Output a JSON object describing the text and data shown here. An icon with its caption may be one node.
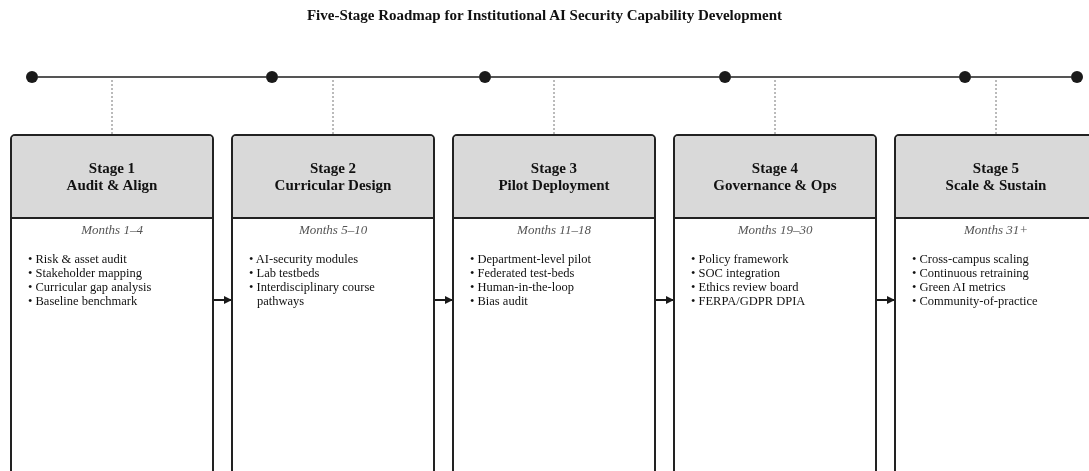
{
  "diagram": {
    "title": "Five-Stage Roadmap for Institutional AI Security Capability Development",
    "nodes": [
      {
        "text": [],
        "shape": "circle"
      },
      {
        "text": [],
        "shape": "circle"
      },
      {
        "text": [],
        "shape": "circle"
      },
      {
        "text": [],
        "shape": "circle"
      },
      {
        "text": [],
        "shape": "circle"
      },
      {
        "text": [],
        "shape": "circle"
      },
      {
        "text": [
          "Stage 1 Audit & Align",
          "Months 1–4",
          "• Risk & asset audit",
          "• Stakeholder mapping",
          "• Curricular gap analysis",
          "• Baseline benchmark"
        ]
      },
      {
        "text": [
          "Stage 2 Curricular Design",
          "Months 5–10",
          "• AI-security modules",
          "• Lab testbeds",
          "• Interdisciplinary course pathways"
        ]
      },
      {
        "text": [
          "Stage 3 Pilot Deployment",
          "Months 11–18",
          "• Department-level pilot",
          "• Federated test-beds",
          "• Human-in-the-loop",
          "• Bias audit"
        ]
      },
      {
        "text": [
          "Stage 4 Governance & Ops",
          "Months 19–30",
          "• Policy framework",
          "• SOC integration",
          "• Ethics review board",
          "• FERPA/GDPR DPIA"
        ]
      },
      {
        "text": [
          "Stage 5 Scale & Sustain",
          "Months 31+",
          "• Cross-campus scaling",
          "• Continuous retraining",
          "• Green AI metrics",
          "• Community-of-practice"
        ]
      }
    ],
    "edges": [
      {
        "from": 0,
        "to": 1,
        "arrow": "none",
        "color": "#555555"
      },
      {
        "from": 1,
        "to": 2,
        "arrow": "none",
        "color": "#555555"
      },
      {
        "from": 2,
        "to": 3,
        "arrow": "none",
        "color": "#555555"
      },
      {
        "from": 3,
        "to": 4,
        "arrow": "none",
        "color": "#555555"
      },
      {
        "from": 4,
        "to": 5,
        "arrow": "none",
        "color": "#555555"
      },
      {
        "from": null,
        "to": 6,
        "arrow": "none",
        "style": "dashed",
        "color": "#777777"
      },
      {
        "from": null,
        "to": 7,
        "arrow": "none",
        "style": "dashed",
        "color": "#777777"
      },
      {
        "from": null,
        "to": 8,
        "arrow": "none",
        "style": "dashed",
        "color": "#777777"
      },
      {
        "from": null,
        "to": 9,
        "arrow": "none",
        "style": "dashed",
        "color": "#777777"
      },
      {
        "from": null,
        "to": 10,
        "arrow": "none",
        "style": "dashed",
        "color": "#777777"
      },
      {
        "from": 6,
        "to": 7,
        "arrow": "to"
      },
      {
        "from": 7,
        "to": 8,
        "arrow": "to"
      },
      {
        "from": 8,
        "to": 9,
        "arrow": "to"
      },
      {
        "from": 9,
        "to": 10,
        "arrow": "to"
      }
    ]
  }
}
